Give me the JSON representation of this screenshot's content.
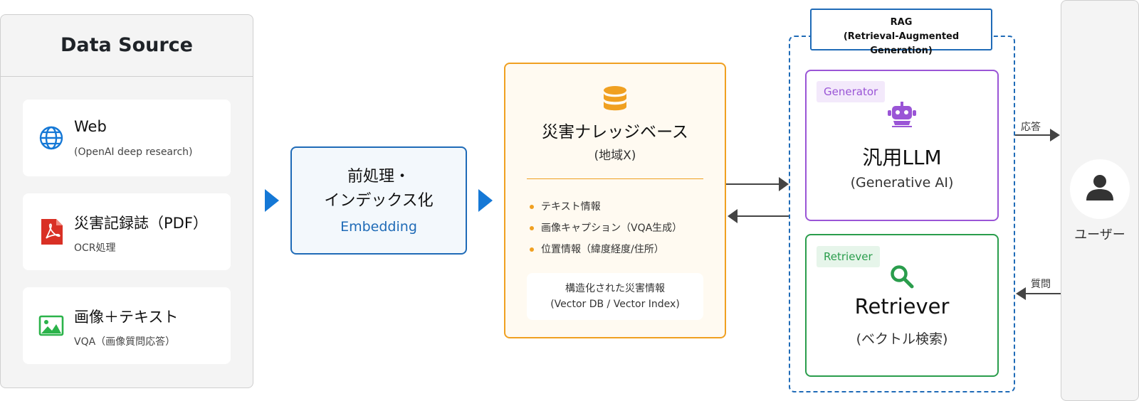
{
  "data_source": {
    "title": "Data Source",
    "items": [
      {
        "title": "Web",
        "subtitle": "(OpenAI deep research)",
        "icon": "globe-icon"
      },
      {
        "title": "災害記録誌（PDF）",
        "subtitle": "OCR処理",
        "icon": "pdf-icon"
      },
      {
        "title": "画像＋テキスト",
        "subtitle": "VQA（画像質問応答）",
        "icon": "image-icon"
      }
    ]
  },
  "preprocess": {
    "title_line1": "前処理・",
    "title_line2": "インデックス化",
    "subtitle": "Embedding"
  },
  "knowledge_base": {
    "title": "災害ナレッジベース",
    "subtitle": "(地域X)",
    "items": [
      "テキスト情報",
      "画像キャプション（VQA生成）",
      "位置情報（緯度経度/住所）"
    ],
    "structured_line1": "構造化された災害情報",
    "structured_line2": "(Vector DB / Vector Index)"
  },
  "rag": {
    "label_line1": "RAG",
    "label_line2": "(Retrieval-Augmented Generation)",
    "generator": {
      "tag": "Generator",
      "title": "汎用LLM",
      "subtitle": "(Generative AI)"
    },
    "retriever": {
      "tag": "Retriever",
      "title": "Retriever",
      "subtitle": "(ベクトル検索)"
    }
  },
  "user": {
    "label": "ユーザー"
  },
  "edges": {
    "answer_label": "応答",
    "question_label": "質問"
  },
  "colors": {
    "blue": "#1f6bb7",
    "arrow_blue": "#1578d6",
    "orange": "#f0a021",
    "purple": "#9a55d6",
    "green": "#2a9d4c",
    "pdf_red": "#d93025",
    "gray_arrow": "#444444"
  }
}
